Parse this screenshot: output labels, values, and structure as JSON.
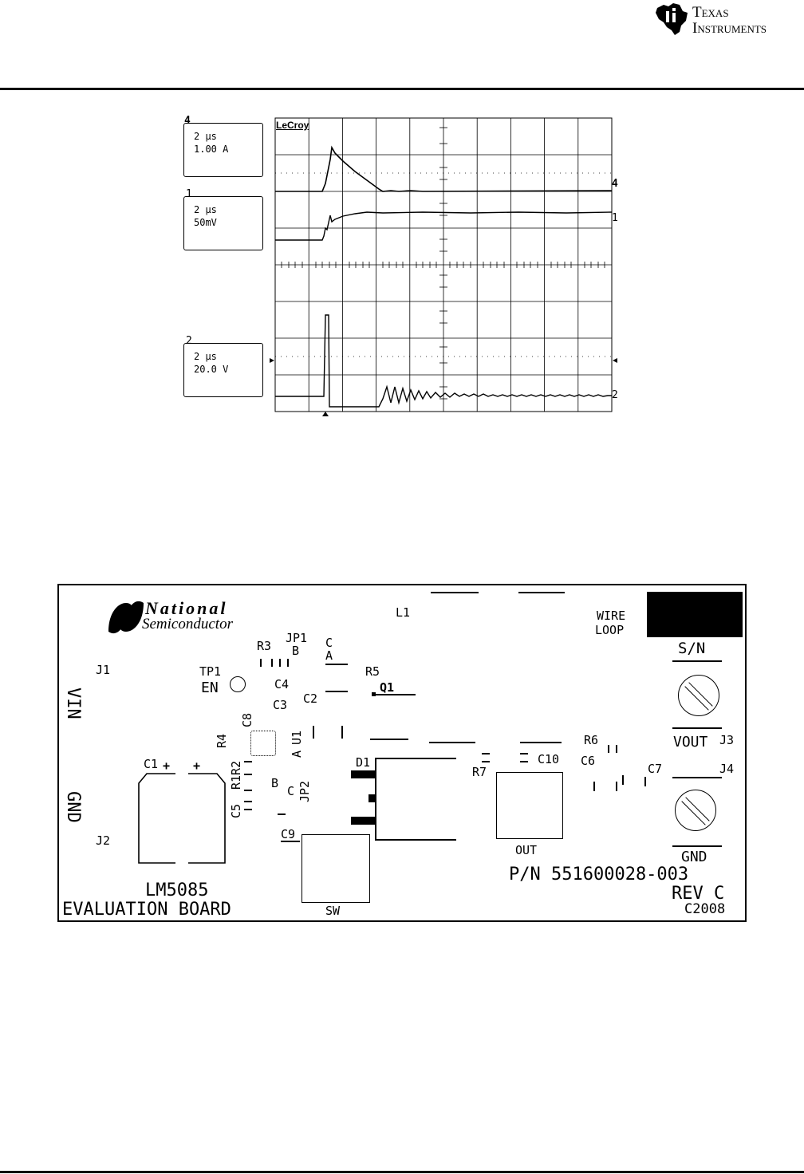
{
  "header": {
    "brand_line1": "Texas",
    "brand_line2": "Instruments"
  },
  "scope": {
    "brand": "LeCroy",
    "channels": [
      {
        "id": "4",
        "timebase": "2 µs",
        "scale": "1.00 A"
      },
      {
        "id": "1",
        "timebase": "2 µs",
        "scale": "50mV"
      },
      {
        "id": "2",
        "timebase": "2 µs",
        "scale": "20.0 V"
      }
    ],
    "trace_markers": [
      "4",
      "1",
      "2"
    ]
  },
  "board": {
    "logo_line1": "National",
    "logo_line2": "Semiconductor",
    "labels": {
      "l1": "L1",
      "wire_loop_1": "WIRE",
      "wire_loop_2": "LOOP",
      "sn": "S/N",
      "j1": "J1",
      "vin": "VIN",
      "tp1": "TP1",
      "en": "EN",
      "r3": "R3",
      "jp1": "JP1",
      "jp1_b": "B",
      "c_top": "C",
      "a_top": "A",
      "r5": "R5",
      "q1": "Q1",
      "c4": "C4",
      "c2": "C2",
      "c3": "C3",
      "c8": "C8",
      "r4": "R4",
      "u1": "U1",
      "a_u1": "A",
      "vout": "VOUT",
      "j3": "J3",
      "r6": "R6",
      "c10": "C10",
      "c6": "C6",
      "d1": "D1",
      "r7": "R7",
      "c7": "C7",
      "j4": "J4",
      "c1": "C1",
      "plus1": "+",
      "plus2": "+",
      "r1r2": "R1R2",
      "jp2": "JP2",
      "b_jp2": "B",
      "c_jp2": "C",
      "gnd_left": "GND",
      "c5": "C5",
      "c9": "C9",
      "j2": "J2",
      "out": "OUT",
      "gnd_right": "GND",
      "pn": "P/N 551600028-003",
      "lm5085": "LM5085",
      "eval": "EVALUATION  BOARD",
      "sw": "SW",
      "rev": "REV C",
      "c2008": "C2008"
    }
  }
}
